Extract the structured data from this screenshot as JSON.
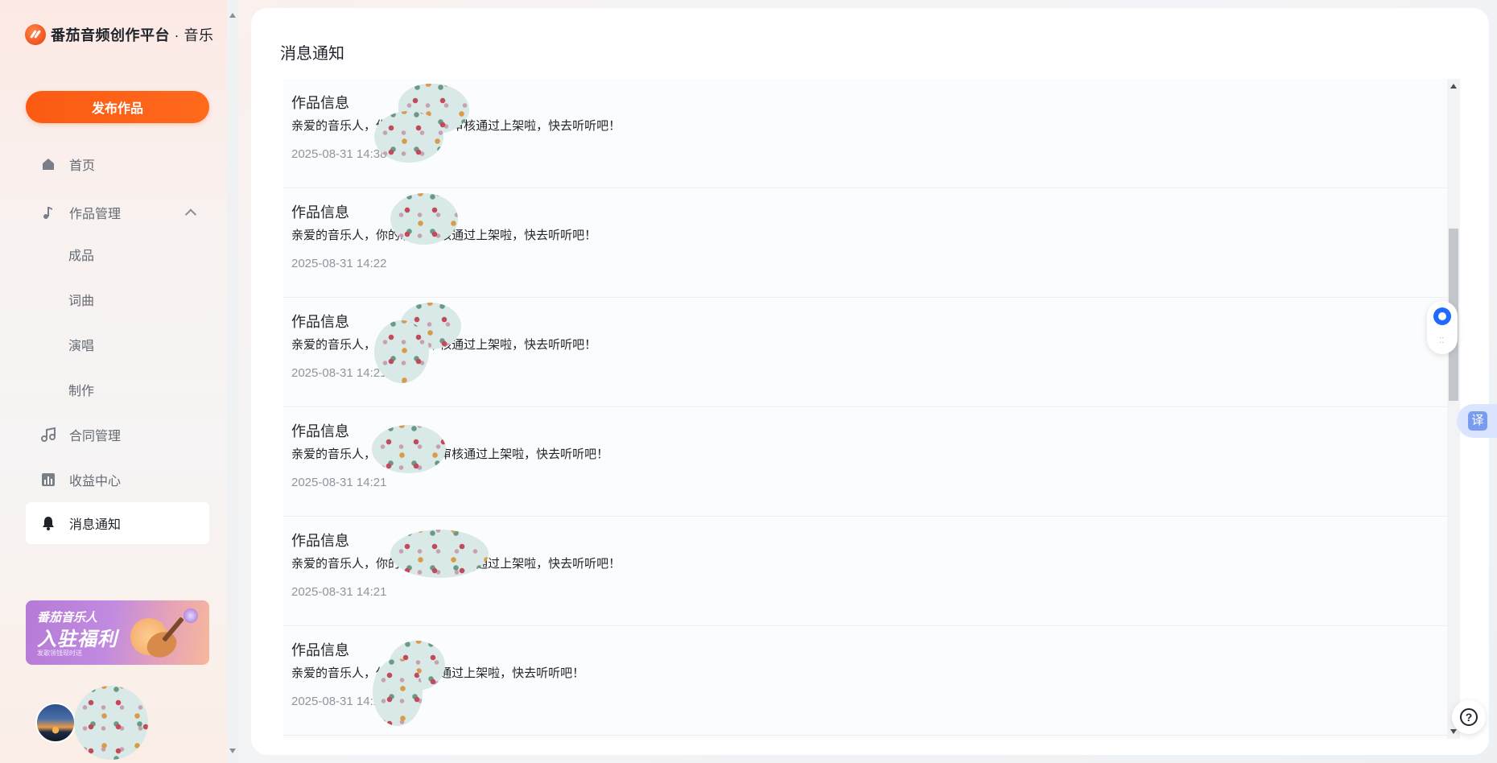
{
  "app": {
    "logo_text": "番茄音频创作平台",
    "logo_sub": " · 音乐",
    "publish_label": "发布作品"
  },
  "nav": {
    "home": "首页",
    "works": "作品管理",
    "finished": "成品",
    "lyrics": "词曲",
    "singing": "演唱",
    "production": "制作",
    "contract": "合同管理",
    "revenue": "收益中心",
    "notifications": "消息通知"
  },
  "banner": {
    "line1": "番茄音乐人",
    "line2": "入驻福利",
    "line3": "发歌领钱现时送"
  },
  "main": {
    "title": "消息通知"
  },
  "messages": [
    {
      "title": "作品信息",
      "text": "亲爱的音乐人，你的歌曲《                    》审核通过上架啦，快去听听吧！",
      "time": "2025-08-31 14:38"
    },
    {
      "title": "作品信息",
      "text": "亲爱的音乐人，你的歌曲              审核通过上架啦，快去听听吧！",
      "time": "2025-08-31 14:22"
    },
    {
      "title": "作品信息",
      "text": "亲爱的音乐人，你的歌                   》审核通过上架啦，快去听听吧！",
      "time": "2025-08-31 14:21"
    },
    {
      "title": "作品信息",
      "text": "亲爱的音乐人，你的               的风》审核通过上架啦，快去听听吧！",
      "time": "2025-08-31 14:21"
    },
    {
      "title": "作品信息",
      "text": "亲爱的音乐人，你的歌曲                     后》审核通过上架啦，快去听听吧！",
      "time": "2025-08-31 14:21"
    },
    {
      "title": "作品信息",
      "text": "亲爱的音乐人，你的                   》审核通过上架啦，快去听听吧！",
      "time": "2025-08-31 14:21"
    }
  ],
  "widgets": {
    "translate_label": "译",
    "help_label": "?"
  },
  "icons": [
    "home-icon",
    "music-note-icon",
    "chevron-up-icon",
    "contract-music-icon",
    "bar-chart-icon",
    "bell-icon",
    "chat-bubble-icon",
    "translate-icon",
    "help-icon"
  ],
  "colors": {
    "accent": "#fb5a12",
    "active_bg": "#ffffff",
    "muted": "#8f959e",
    "link_blue": "#1f6bff"
  }
}
